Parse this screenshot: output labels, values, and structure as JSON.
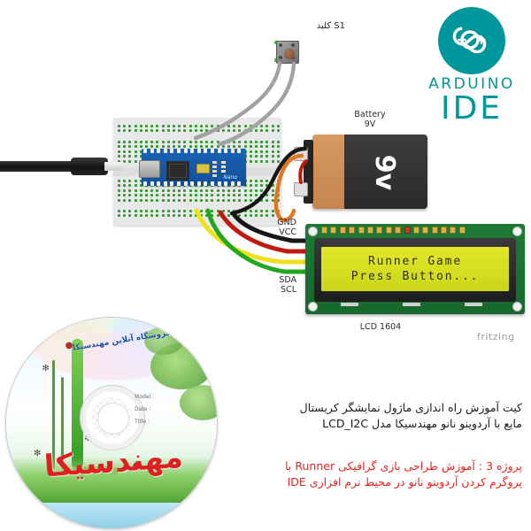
{
  "logo": {
    "name": "arduino-ide-logo",
    "line1": "ARDUINO",
    "line2": "IDE",
    "color": "#00979C"
  },
  "circuit": {
    "switch": {
      "label": "S1 کلید",
      "name": "push-button-s1"
    },
    "battery": {
      "label": "Battery\n9V",
      "label_line1": "Battery",
      "label_line2": "9V",
      "face_text": "9v"
    },
    "nano": {
      "silk_name": "Nano",
      "board": "Arduino Nano"
    },
    "lcd": {
      "caption": "LCD 1604",
      "screen_line1": "Runner Game",
      "screen_line2": "Press Button...",
      "backlight_color": "#dbe61f",
      "pins_top": "GND\nVCC",
      "pins_top_line1": "GND",
      "pins_top_line2": "VCC",
      "pins_bottom_line1": "SDA",
      "pins_bottom_line2": "SCL"
    },
    "wires": [
      {
        "name": "wire-gnd",
        "color": "#1a1a1a"
      },
      {
        "name": "wire-vcc",
        "color": "#c01a10"
      },
      {
        "name": "wire-sda",
        "color": "#f0e01a"
      },
      {
        "name": "wire-scl",
        "color": "#22a81f"
      },
      {
        "name": "wire-button-a",
        "color": "#9a9a9a"
      },
      {
        "name": "wire-button-b",
        "color": "#9a9a9a"
      },
      {
        "name": "wire-battery-plus",
        "color": "#e0761f"
      },
      {
        "name": "wire-battery-minus",
        "color": "#1a1a1a"
      }
    ],
    "watermark": "fritzing"
  },
  "cd": {
    "top_banner": "فروشگاه آنلاین مهندسیکا",
    "fields": [
      "Model :",
      "Date :",
      "Title :"
    ],
    "brand": "مهندسیکا"
  },
  "caption": {
    "black_line1": "کیت آموزش راه اندازی ماژول نمایشگر کریستال",
    "black_line2": "مایع با آردوینو نانو مهندسیکا مدل LCD_I2C",
    "red_line1": "پروژه 3 : آموزش طراحی بازی گرافیکی Runner با",
    "red_line2": "پروگرم کردن آردوینو نانو در محیط نرم افزاری IDE",
    "red_color": "#e8231c"
  }
}
